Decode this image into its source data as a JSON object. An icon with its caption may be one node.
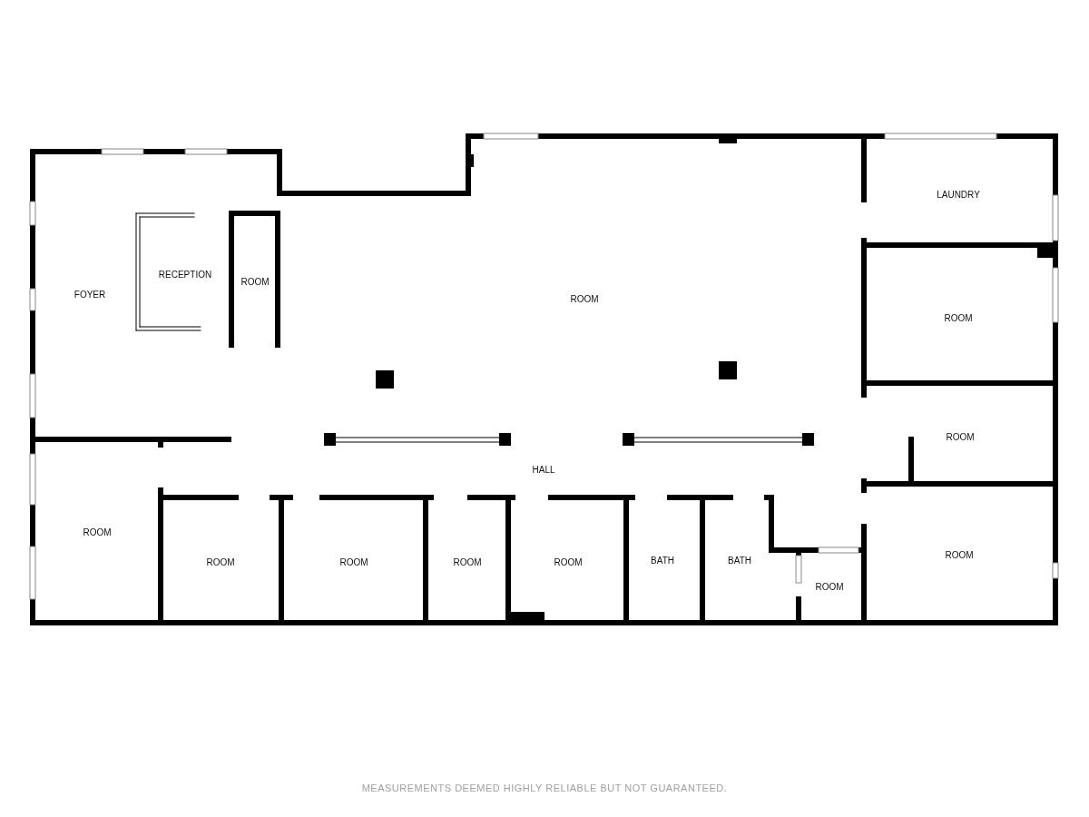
{
  "diagram": {
    "caption": "MEASUREMENTS DEEMED HIGHLY RELIABLE BUT NOT GUARANTEED.",
    "nodes": [
      {
        "text": [
          "FOYER"
        ]
      },
      {
        "text": [
          "RECEPTION"
        ]
      },
      {
        "text": [
          "ROOM"
        ]
      },
      {
        "text": [
          "ROOM"
        ]
      },
      {
        "text": [
          "LAUNDRY"
        ]
      },
      {
        "text": [
          "ROOM"
        ]
      },
      {
        "text": [
          "ROOM"
        ]
      },
      {
        "text": [
          "HALL"
        ]
      },
      {
        "text": [
          "ROOM"
        ]
      },
      {
        "text": [
          "ROOM"
        ]
      },
      {
        "text": [
          "ROOM"
        ]
      },
      {
        "text": [
          "ROOM"
        ]
      },
      {
        "text": [
          "ROOM"
        ]
      },
      {
        "text": [
          "BATH"
        ]
      },
      {
        "text": [
          "BATH"
        ]
      },
      {
        "text": [
          "ROOM"
        ]
      },
      {
        "text": [
          "ROOM"
        ]
      }
    ]
  }
}
